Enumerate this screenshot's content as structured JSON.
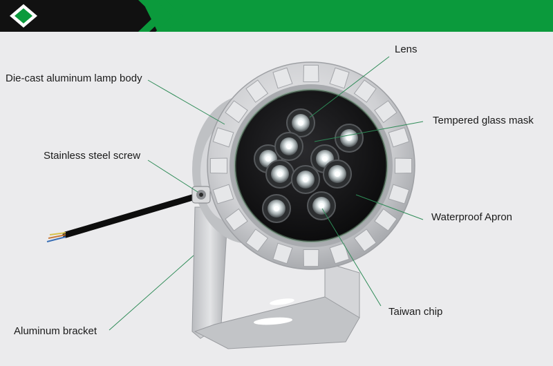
{
  "header": {
    "bar_color": "#0b9a3c",
    "dark_color": "#111111",
    "icon": "diamond-logo-icon"
  },
  "colors": {
    "leader_line": "#2e8b57",
    "body": "#cfd0d3",
    "face": "#1b1b1d"
  },
  "labels": {
    "lens": "Lens",
    "body": "Die-cast aluminum lamp body",
    "glass": "Tempered glass mask",
    "screw": "Stainless steel screw",
    "apron": "Waterproof Apron",
    "chip": "Taiwan chip",
    "bracket": "Aluminum bracket"
  }
}
